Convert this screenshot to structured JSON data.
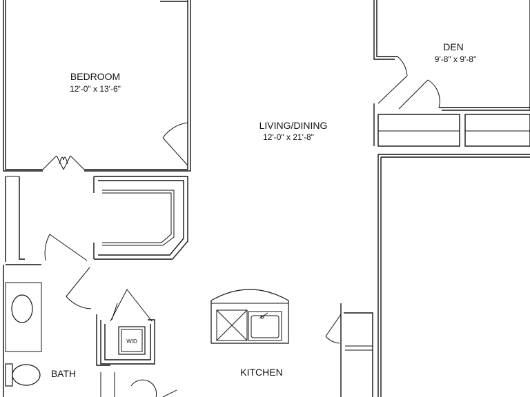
{
  "rooms": {
    "bedroom": {
      "name": "BEDROOM",
      "size": "12'-0\" x 13'-6\""
    },
    "den": {
      "name": "DEN",
      "size": "9'-8\" x 9'-8\""
    },
    "living": {
      "name": "LIVING/DINING",
      "size": "12'-0\" x 21'-8\""
    },
    "kitchen": {
      "name": "KITCHEN"
    },
    "bath": {
      "name": "BATH"
    }
  },
  "appliances": {
    "washer_dryer": "W/D"
  }
}
